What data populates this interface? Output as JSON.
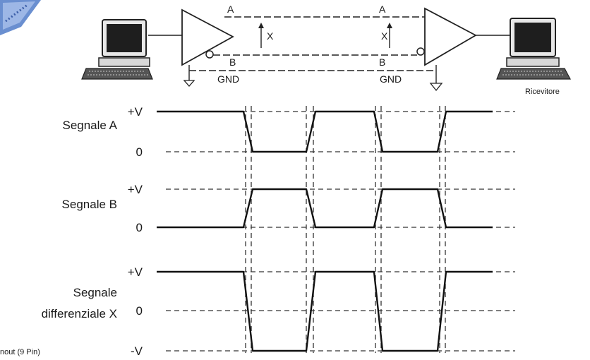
{
  "circuit": {
    "line_a": "A",
    "line_b": "B",
    "gnd": "GND",
    "diff_voltage": "X",
    "receiver": "Ricevitore"
  },
  "signals": [
    {
      "label_lines": [
        "Segnale A"
      ],
      "levels": [
        "+V",
        "0"
      ],
      "states": [
        "high",
        "low",
        "high",
        "low",
        "high"
      ]
    },
    {
      "label_lines": [
        "Segnale B"
      ],
      "levels": [
        "+V",
        "0"
      ],
      "states": [
        "low",
        "high",
        "low",
        "high",
        "low"
      ]
    },
    {
      "label_lines": [
        "Segnale",
        "differenziale X"
      ],
      "levels": [
        "+V",
        "0",
        "-V"
      ],
      "states": [
        "high",
        "low",
        "high",
        "low",
        "high"
      ]
    }
  ],
  "footer_text": "nout (9 Pin)"
}
